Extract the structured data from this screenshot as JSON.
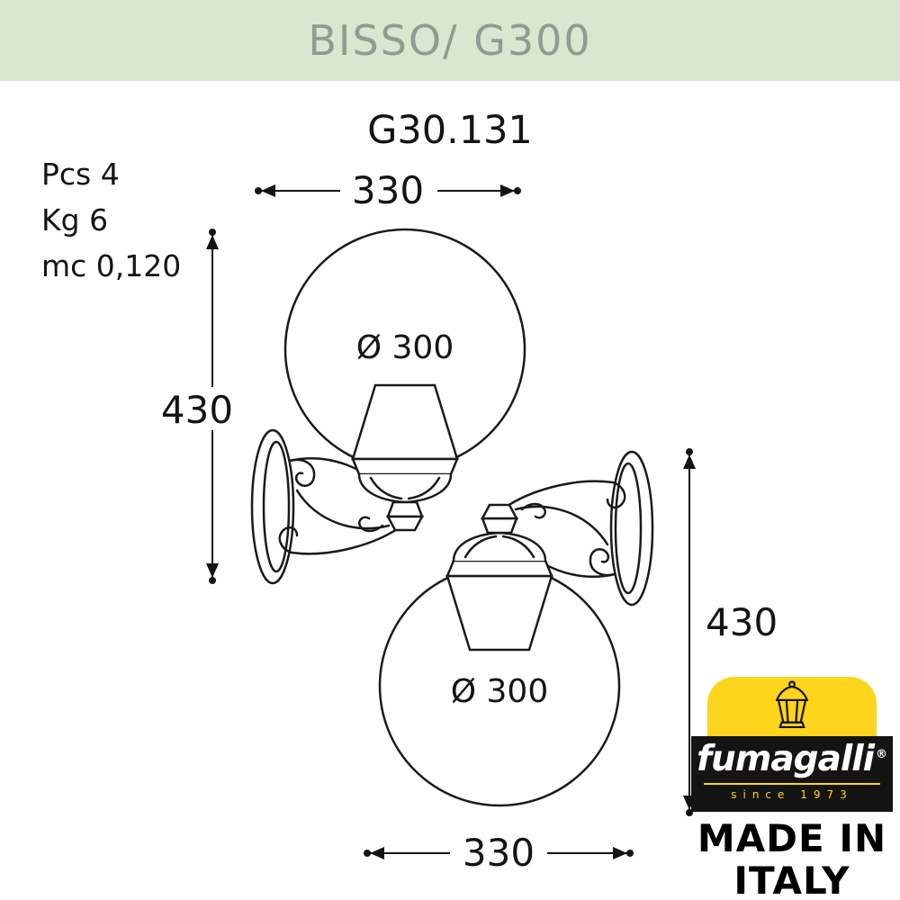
{
  "header": {
    "title": "BISSO/ G300"
  },
  "product_code": "G30.131",
  "specs": {
    "pcs": "Pcs 4",
    "weight": "Kg 6",
    "volume": "mc 0,120"
  },
  "dimensions": {
    "top_width": "330",
    "left_height": "430",
    "right_height": "430",
    "bottom_width": "330",
    "globe_diameter_upper": "Ø 300",
    "globe_diameter_lower": "Ø 300"
  },
  "brand": {
    "name": "fumagalli",
    "registered_mark": "®",
    "since": "since 1973",
    "made_in_line1": "MADE IN",
    "made_in_line2": "ITALY"
  },
  "colors": {
    "header_bg": "#d9e7d0",
    "header_text": "#8f9c91",
    "brand_yellow": "#ffd41c",
    "brand_band": "#141414",
    "line_color": "#1a1a1a"
  }
}
